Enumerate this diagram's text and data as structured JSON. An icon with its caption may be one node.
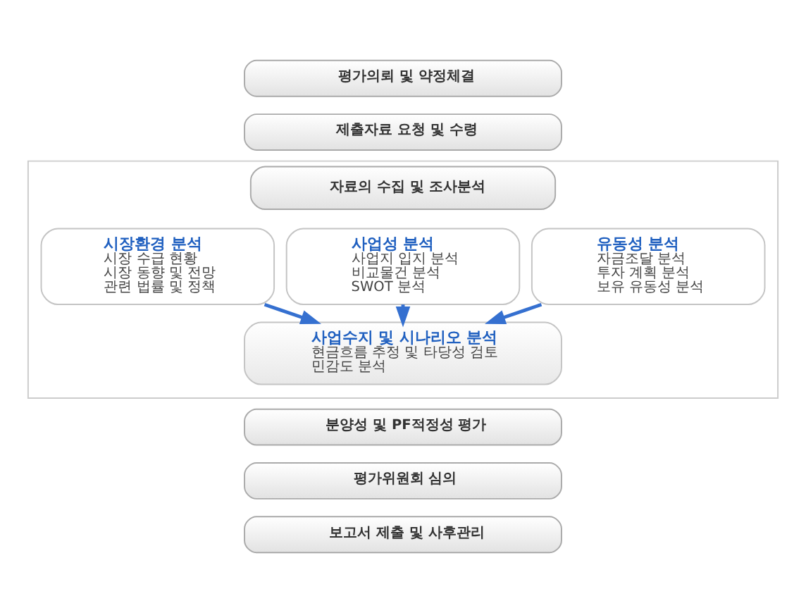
{
  "diagram": {
    "nodes": [
      {
        "text": [
          "평가의뢰 및 약정체결"
        ]
      },
      {
        "text": [
          "제출자료 요청 및 수령"
        ]
      },
      {
        "text": [
          "자료의 수집 및 조사분석"
        ]
      },
      {
        "text": [
          "시장환경 분석",
          "시장 수급 현황",
          "시장 동향 및 전망",
          "관련 법률 및 정책"
        ],
        "in": 2
      },
      {
        "text": [
          "사업성 분석",
          "사업지 입지 분석",
          "비교물건 분석",
          "SWOT 분석"
        ],
        "in": 2
      },
      {
        "text": [
          "유동성 분석",
          "자금조달 분석",
          "투자 계획 분석",
          "보유 유동성 분석"
        ],
        "in": 2
      },
      {
        "text": [
          "사업수지 및 시나리오 분석",
          "현금흐름 추정 및 타당성 검토",
          "민감도 분석"
        ],
        "in": 2
      },
      {
        "text": [
          "분양성 및 PF적정성 평가"
        ]
      },
      {
        "text": [
          "평가위원회 심의"
        ]
      },
      {
        "text": [
          "보고서 제출 및 사후관리"
        ]
      }
    ],
    "edges": [
      {
        "from": 3,
        "to": 6,
        "arrow": "to"
      },
      {
        "from": 4,
        "to": 6,
        "arrow": "to"
      },
      {
        "from": 5,
        "to": 6,
        "arrow": "to"
      }
    ]
  }
}
